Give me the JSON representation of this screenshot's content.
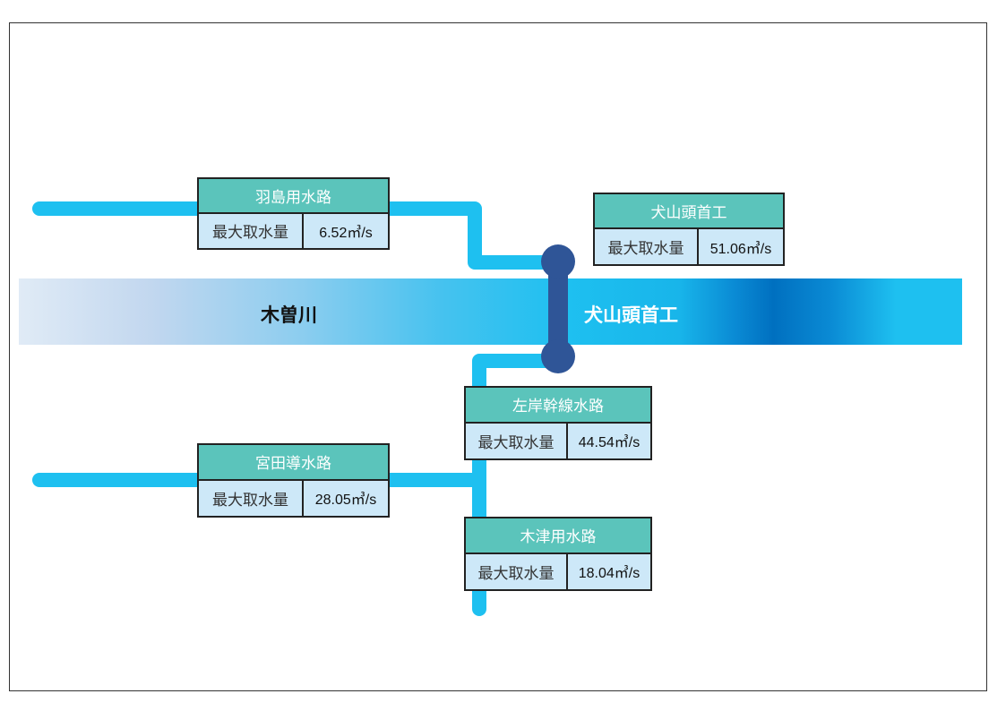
{
  "river": {
    "name": "木曽川",
    "dam": "犬山頭首工"
  },
  "colors": {
    "pipe": "#1ec0f0",
    "dam": "#2f5597",
    "header": "#5bc4bb",
    "cell": "#cde8f8"
  },
  "boxes": [
    {
      "title": "羽島用水路",
      "label": "最大取水量",
      "value": "6.52㎥/s"
    },
    {
      "title": "犬山頭首工",
      "label": "最大取水量",
      "value": "51.06㎥/s"
    },
    {
      "title": "左岸幹線水路",
      "label": "最大取水量",
      "value": "44.54㎥/s"
    },
    {
      "title": "宮田導水路",
      "label": "最大取水量",
      "value": "28.05㎥/s"
    },
    {
      "title": "木津用水路",
      "label": "最大取水量",
      "value": "18.04㎥/s"
    }
  ]
}
